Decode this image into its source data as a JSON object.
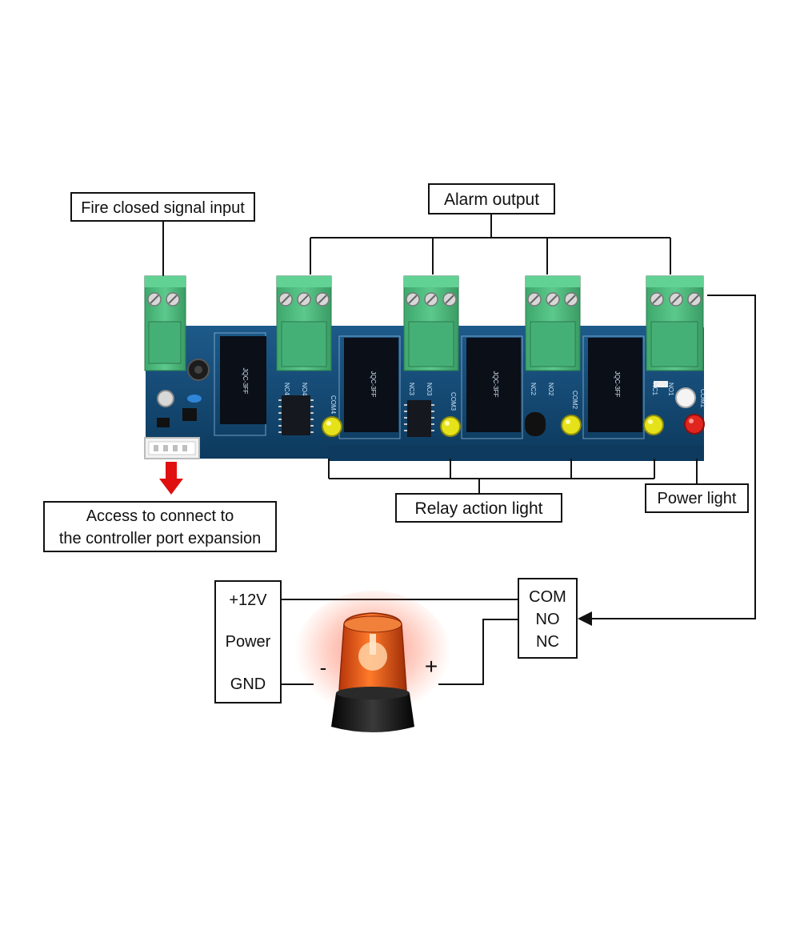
{
  "labels": {
    "fire_input": "Fire closed signal input",
    "alarm_output": "Alarm output",
    "access_line1": "Access to connect to",
    "access_line2": "the controller port expansion",
    "relay_light": "Relay action light",
    "power_light": "Power light"
  },
  "power_box": {
    "v12": "+12V",
    "power": "Power",
    "gnd": "GND"
  },
  "relay_box": {
    "com": "COM",
    "no": "NO",
    "nc": "NC"
  },
  "polarity": {
    "minus": "-",
    "plus": "+"
  },
  "board": {
    "relay_text": [
      "JQC-3FF",
      "JQC-3FF",
      "JQC-3FF",
      "JQC-3FF"
    ],
    "terminal_marks": [
      "COM4",
      "COM3",
      "COM2",
      "COM1"
    ],
    "nc_marks": [
      "NC4",
      "NC3",
      "NC2",
      "NC1"
    ],
    "no_marks": [
      "NO4",
      "NO3",
      "NO2",
      "NO1"
    ]
  },
  "colors": {
    "pcb": "#12466e",
    "terminal": "#4cba7c",
    "relay": "#0b0f18",
    "led_yellow": "#e6e21a",
    "led_red": "#e1261f",
    "arrow": "#e01010",
    "beacon_dome": "#e8590f",
    "beacon_base": "#1a1a1a"
  }
}
